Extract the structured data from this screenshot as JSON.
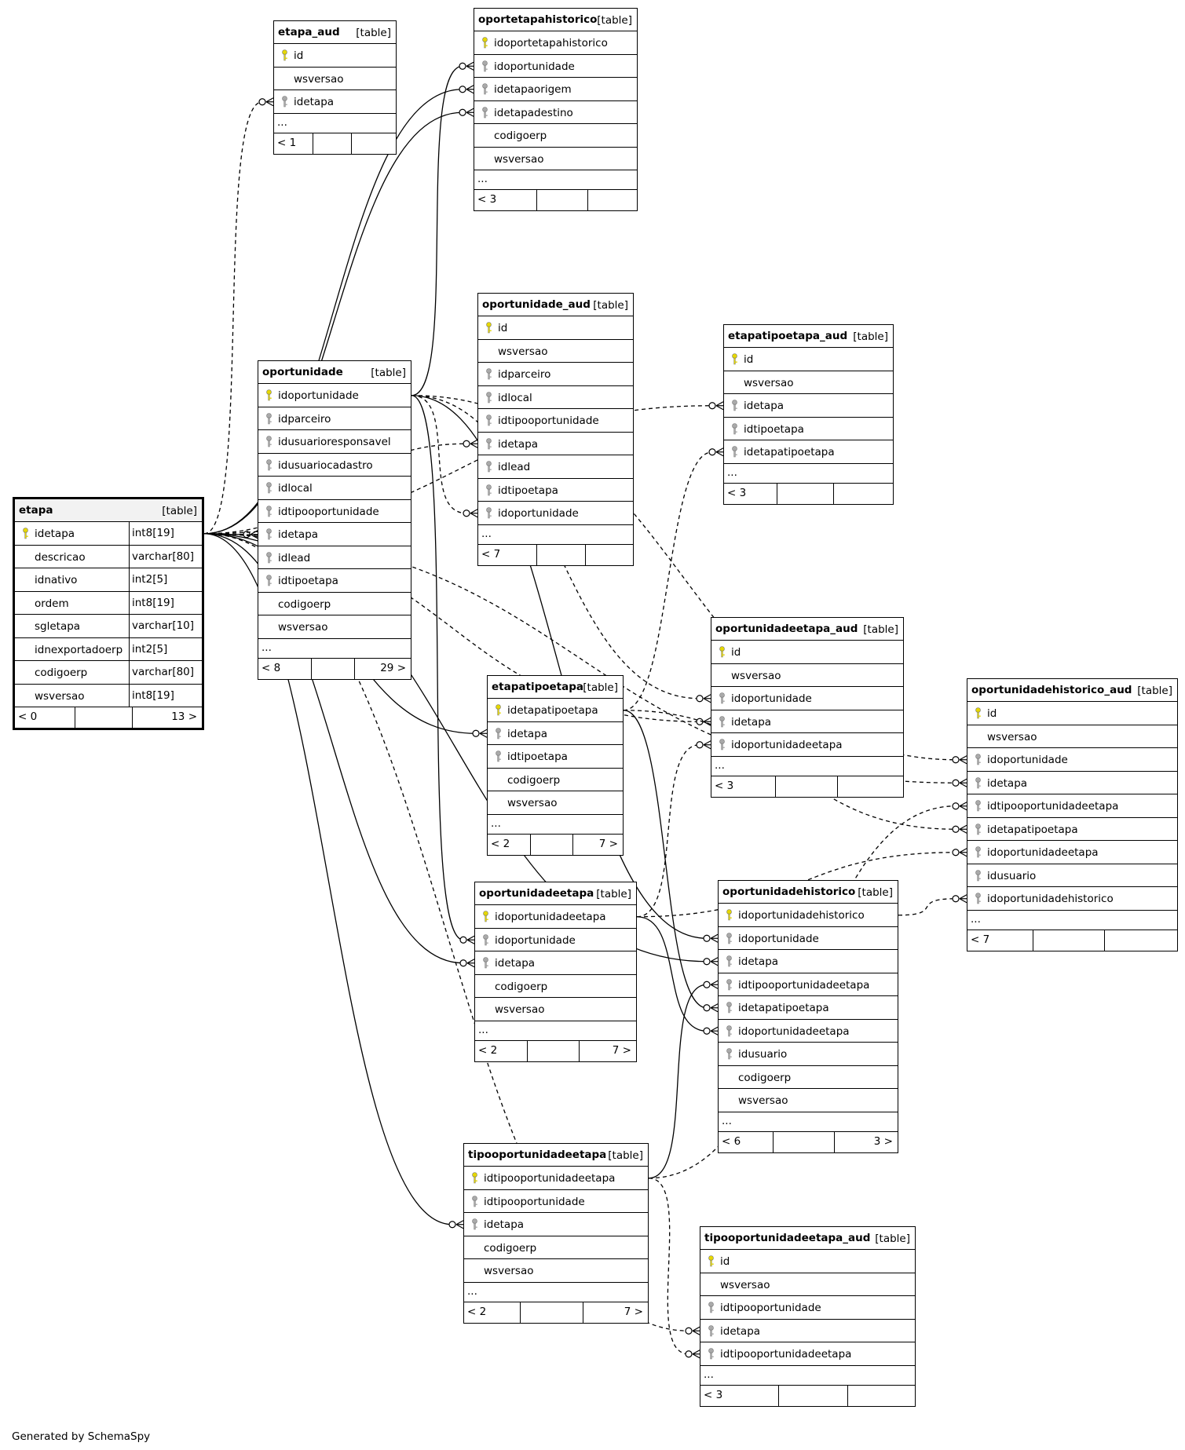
{
  "footer": "Generated by SchemaSpy",
  "colors": {
    "primary_key": "#e6d800",
    "foreign_key": "#aaaaaa",
    "border": "#000000",
    "main_header": "#f2f2f2"
  },
  "tables": [
    {
      "id": "etapa_aud",
      "name": "etapa_aud",
      "type": "[table]",
      "more": "...",
      "rows_prev": "< 1",
      "rows_next": "",
      "columns": [
        {
          "name": "id",
          "key": "pk"
        },
        {
          "name": "wsversao",
          "key": ""
        },
        {
          "name": "idetapa",
          "key": "fk"
        }
      ]
    },
    {
      "id": "oportetapahistorico",
      "name": "oportetapahistorico",
      "type": "[table]",
      "more": "...",
      "rows_prev": "< 3",
      "rows_next": "",
      "columns": [
        {
          "name": "idoportetapahistorico",
          "key": "pk"
        },
        {
          "name": "idoportunidade",
          "key": "fk"
        },
        {
          "name": "idetapaorigem",
          "key": "fk"
        },
        {
          "name": "idetapadestino",
          "key": "fk"
        },
        {
          "name": "codigoerp",
          "key": ""
        },
        {
          "name": "wsversao",
          "key": ""
        }
      ]
    },
    {
      "id": "oportunidade_aud",
      "name": "oportunidade_aud",
      "type": "[table]",
      "more": "...",
      "rows_prev": "< 7",
      "rows_next": "",
      "columns": [
        {
          "name": "id",
          "key": "pk"
        },
        {
          "name": "wsversao",
          "key": ""
        },
        {
          "name": "idparceiro",
          "key": "fk"
        },
        {
          "name": "idlocal",
          "key": "fk"
        },
        {
          "name": "idtipooportunidade",
          "key": "fk"
        },
        {
          "name": "idetapa",
          "key": "fk"
        },
        {
          "name": "idlead",
          "key": "fk"
        },
        {
          "name": "idtipoetapa",
          "key": "fk"
        },
        {
          "name": "idoportunidade",
          "key": "fk"
        }
      ]
    },
    {
      "id": "etapatipoetapa_aud",
      "name": "etapatipoetapa_aud",
      "type": "[table]",
      "more": "...",
      "rows_prev": "< 3",
      "rows_next": "",
      "columns": [
        {
          "name": "id",
          "key": "pk"
        },
        {
          "name": "wsversao",
          "key": ""
        },
        {
          "name": "idetapa",
          "key": "fk"
        },
        {
          "name": "idtipoetapa",
          "key": "fk"
        },
        {
          "name": "idetapatipoetapa",
          "key": "fk"
        }
      ]
    },
    {
      "id": "oportunidade",
      "name": "oportunidade",
      "type": "[table]",
      "more": "...",
      "rows_prev": "< 8",
      "rows_next": "29 >",
      "columns": [
        {
          "name": "idoportunidade",
          "key": "pk"
        },
        {
          "name": "idparceiro",
          "key": "fk"
        },
        {
          "name": "idusuarioresponsavel",
          "key": "fk"
        },
        {
          "name": "idusuariocadastro",
          "key": "fk"
        },
        {
          "name": "idlocal",
          "key": "fk"
        },
        {
          "name": "idtipooportunidade",
          "key": "fk"
        },
        {
          "name": "idetapa",
          "key": "fk"
        },
        {
          "name": "idlead",
          "key": "fk"
        },
        {
          "name": "idtipoetapa",
          "key": "fk"
        },
        {
          "name": "codigoerp",
          "key": ""
        },
        {
          "name": "wsversao",
          "key": ""
        }
      ]
    },
    {
      "id": "etapa",
      "name": "etapa",
      "type": "[table]",
      "more": "",
      "rows_prev": "< 0",
      "rows_next": "13 >",
      "main": true,
      "columns": [
        {
          "name": "idetapa",
          "key": "pk",
          "type": "int8[19]"
        },
        {
          "name": "descricao",
          "key": "",
          "type": "varchar[80]"
        },
        {
          "name": "idnativo",
          "key": "",
          "type": "int2[5]"
        },
        {
          "name": "ordem",
          "key": "",
          "type": "int8[19]"
        },
        {
          "name": "sgletapa",
          "key": "",
          "type": "varchar[10]"
        },
        {
          "name": "idnexportadoerp",
          "key": "",
          "type": "int2[5]"
        },
        {
          "name": "codigoerp",
          "key": "",
          "type": "varchar[80]"
        },
        {
          "name": "wsversao",
          "key": "",
          "type": "int8[19]"
        }
      ]
    },
    {
      "id": "oportunidadeetapa_aud",
      "name": "oportunidadeetapa_aud",
      "type": "[table]",
      "more": "...",
      "rows_prev": "< 3",
      "rows_next": "",
      "columns": [
        {
          "name": "id",
          "key": "pk"
        },
        {
          "name": "wsversao",
          "key": ""
        },
        {
          "name": "idoportunidade",
          "key": "fk"
        },
        {
          "name": "idetapa",
          "key": "fk"
        },
        {
          "name": "idoportunidadeetapa",
          "key": "fk"
        }
      ]
    },
    {
      "id": "etapatipoetapa",
      "name": "etapatipoetapa",
      "type": "[table]",
      "more": "...",
      "rows_prev": "< 2",
      "rows_next": "7 >",
      "columns": [
        {
          "name": "idetapatipoetapa",
          "key": "pk"
        },
        {
          "name": "idetapa",
          "key": "fk"
        },
        {
          "name": "idtipoetapa",
          "key": "fk"
        },
        {
          "name": "codigoerp",
          "key": ""
        },
        {
          "name": "wsversao",
          "key": ""
        }
      ]
    },
    {
      "id": "oportunidadehistorico_aud",
      "name": "oportunidadehistorico_aud",
      "type": "[table]",
      "more": "...",
      "rows_prev": "< 7",
      "rows_next": "",
      "columns": [
        {
          "name": "id",
          "key": "pk"
        },
        {
          "name": "wsversao",
          "key": ""
        },
        {
          "name": "idoportunidade",
          "key": "fk"
        },
        {
          "name": "idetapa",
          "key": "fk"
        },
        {
          "name": "idtipooportunidadeetapa",
          "key": "fk"
        },
        {
          "name": "idetapatipoetapa",
          "key": "fk"
        },
        {
          "name": "idoportunidadeetapa",
          "key": "fk"
        },
        {
          "name": "idusuario",
          "key": "fk"
        },
        {
          "name": "idoportunidadehistorico",
          "key": "fk"
        }
      ]
    },
    {
      "id": "oportunidadeetapa",
      "name": "oportunidadeetapa",
      "type": "[table]",
      "more": "...",
      "rows_prev": "< 2",
      "rows_next": "7 >",
      "columns": [
        {
          "name": "idoportunidadeetapa",
          "key": "pk"
        },
        {
          "name": "idoportunidade",
          "key": "fk"
        },
        {
          "name": "idetapa",
          "key": "fk"
        },
        {
          "name": "codigoerp",
          "key": ""
        },
        {
          "name": "wsversao",
          "key": ""
        }
      ]
    },
    {
      "id": "oportunidadehistorico",
      "name": "oportunidadehistorico",
      "type": "[table]",
      "more": "...",
      "rows_prev": "< 6",
      "rows_next": "3 >",
      "columns": [
        {
          "name": "idoportunidadehistorico",
          "key": "pk"
        },
        {
          "name": "idoportunidade",
          "key": "fk"
        },
        {
          "name": "idetapa",
          "key": "fk"
        },
        {
          "name": "idtipooportunidadeetapa",
          "key": "fk"
        },
        {
          "name": "idetapatipoetapa",
          "key": "fk"
        },
        {
          "name": "idoportunidadeetapa",
          "key": "fk"
        },
        {
          "name": "idusuario",
          "key": "fk"
        },
        {
          "name": "codigoerp",
          "key": ""
        },
        {
          "name": "wsversao",
          "key": ""
        }
      ]
    },
    {
      "id": "tipooportunidadeetapa",
      "name": "tipooportunidadeetapa",
      "type": "[table]",
      "more": "...",
      "rows_prev": "< 2",
      "rows_next": "7 >",
      "columns": [
        {
          "name": "idtipooportunidadeetapa",
          "key": "pk"
        },
        {
          "name": "idtipooportunidade",
          "key": "fk"
        },
        {
          "name": "idetapa",
          "key": "fk"
        },
        {
          "name": "codigoerp",
          "key": ""
        },
        {
          "name": "wsversao",
          "key": ""
        }
      ]
    },
    {
      "id": "tipooportunidadeetapa_aud",
      "name": "tipooportunidadeetapa_aud",
      "type": "[table]",
      "more": "...",
      "rows_prev": "< 3",
      "rows_next": "",
      "columns": [
        {
          "name": "id",
          "key": "pk"
        },
        {
          "name": "wsversao",
          "key": ""
        },
        {
          "name": "idtipooportunidade",
          "key": "fk"
        },
        {
          "name": "idetapa",
          "key": "fk"
        },
        {
          "name": "idtipooportunidadeetapa",
          "key": "fk"
        }
      ]
    }
  ],
  "relations": [
    {
      "from": "etapa.idetapa",
      "to": "etapa_aud.idetapa",
      "style": "dashed"
    },
    {
      "from": "etapa.idetapa",
      "to": "oportetapahistorico.idetapaorigem",
      "style": "solid"
    },
    {
      "from": "etapa.idetapa",
      "to": "oportetapahistorico.idetapadestino",
      "style": "solid"
    },
    {
      "from": "oportunidade.idoportunidade",
      "to": "oportetapahistorico.idoportunidade",
      "style": "solid"
    },
    {
      "from": "etapa.idetapa",
      "to": "oportunidade.idetapa",
      "style": "solid"
    },
    {
      "from": "etapa.idetapa",
      "to": "oportunidade_aud.idetapa",
      "style": "dashed"
    },
    {
      "from": "oportunidade.idoportunidade",
      "to": "oportunidade_aud.idoportunidade",
      "style": "dashed"
    },
    {
      "from": "etapa.idetapa",
      "to": "etapatipoetapa_aud.idetapa",
      "style": "dashed"
    },
    {
      "from": "etapatipoetapa.idetapatipoetapa",
      "to": "etapatipoetapa_aud.idetapatipoetapa",
      "style": "dashed"
    },
    {
      "from": "etapa.idetapa",
      "to": "etapatipoetapa.idetapa",
      "style": "solid"
    },
    {
      "from": "etapa.idetapa",
      "to": "oportunidadeetapa.idetapa",
      "style": "solid"
    },
    {
      "from": "oportunidade.idoportunidade",
      "to": "oportunidadeetapa.idoportunidade",
      "style": "solid"
    },
    {
      "from": "etapa.idetapa",
      "to": "oportunidadeetapa_aud.idetapa",
      "style": "dashed"
    },
    {
      "from": "oportunidade.idoportunidade",
      "to": "oportunidadeetapa_aud.idoportunidade",
      "style": "dashed"
    },
    {
      "from": "oportunidadeetapa.idoportunidadeetapa",
      "to": "oportunidadeetapa_aud.idoportunidadeetapa",
      "style": "dashed"
    },
    {
      "from": "etapa.idetapa",
      "to": "oportunidadehistorico_aud.idetapa",
      "style": "dashed"
    },
    {
      "from": "oportunidade.idoportunidade",
      "to": "oportunidadehistorico_aud.idoportunidade",
      "style": "dashed"
    },
    {
      "from": "tipooportunidadeetapa.idtipooportunidadeetapa",
      "to": "oportunidadehistorico_aud.idtipooportunidadeetapa",
      "style": "dashed"
    },
    {
      "from": "etapatipoetapa.idetapatipoetapa",
      "to": "oportunidadehistorico_aud.idetapatipoetapa",
      "style": "dashed"
    },
    {
      "from": "oportunidadeetapa.idoportunidadeetapa",
      "to": "oportunidadehistorico_aud.idoportunidadeetapa",
      "style": "dashed"
    },
    {
      "from": "oportunidadehistorico.idoportunidadehistorico",
      "to": "oportunidadehistorico_aud.idoportunidadehistorico",
      "style": "dashed"
    },
    {
      "from": "oportunidade.idoportunidade",
      "to": "oportunidadehistorico.idoportunidade",
      "style": "solid"
    },
    {
      "from": "etapa.idetapa",
      "to": "oportunidadehistorico.idetapa",
      "style": "solid"
    },
    {
      "from": "tipooportunidadeetapa.idtipooportunidadeetapa",
      "to": "oportunidadehistorico.idtipooportunidadeetapa",
      "style": "solid"
    },
    {
      "from": "etapatipoetapa.idetapatipoetapa",
      "to": "oportunidadehistorico.idetapatipoetapa",
      "style": "solid"
    },
    {
      "from": "oportunidadeetapa.idoportunidadeetapa",
      "to": "oportunidadehistorico.idoportunidadeetapa",
      "style": "solid"
    },
    {
      "from": "etapa.idetapa",
      "to": "tipooportunidadeetapa.idetapa",
      "style": "solid"
    },
    {
      "from": "etapa.idetapa",
      "to": "tipooportunidadeetapa_aud.idetapa",
      "style": "dashed"
    },
    {
      "from": "tipooportunidadeetapa.idtipooportunidadeetapa",
      "to": "tipooportunidadeetapa_aud.idtipooportunidadeetapa",
      "style": "dashed"
    }
  ]
}
